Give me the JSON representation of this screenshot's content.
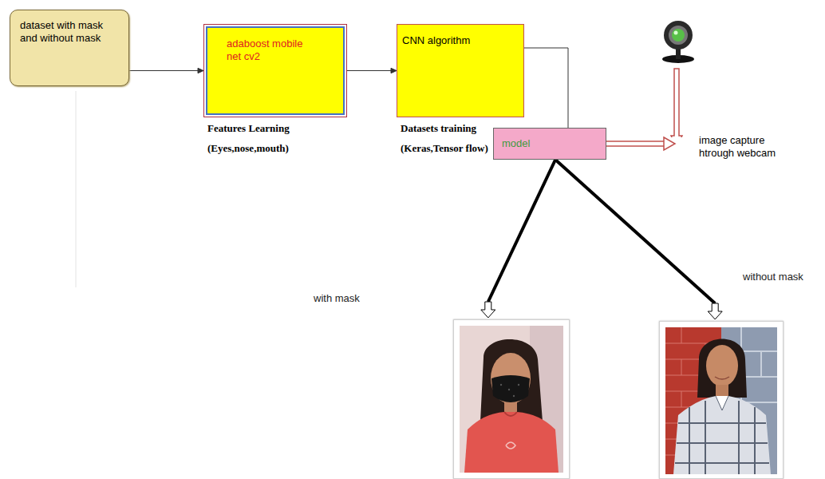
{
  "diagram": {
    "nodes": [
      {
        "text": [
          "dataset with mask and without mask"
        ]
      },
      {
        "text": [
          "adaboost mobile net cv2",
          "Features Learning (Eyes,nose,mouth)"
        ]
      },
      {
        "text": [
          "CNN algorithm",
          "Datasets training (Keras,Tensor flow)"
        ]
      },
      {
        "text": [
          "model"
        ]
      },
      {
        "text": [
          "image capture htrough webcam"
        ]
      },
      {
        "text": [
          "with mask"
        ]
      },
      {
        "text": [
          "without mask"
        ]
      }
    ],
    "edges": [
      {
        "from": 0,
        "to": 1,
        "arrow": "to"
      },
      {
        "from": 1,
        "to": 2,
        "arrow": "to"
      },
      {
        "from": 2,
        "to": 3,
        "arrow": "none"
      },
      {
        "from": 3,
        "to": 4,
        "arrow": "to"
      },
      {
        "from": 3,
        "to": 5,
        "arrow": "to"
      },
      {
        "from": 3,
        "to": 6,
        "arrow": "to"
      }
    ]
  }
}
